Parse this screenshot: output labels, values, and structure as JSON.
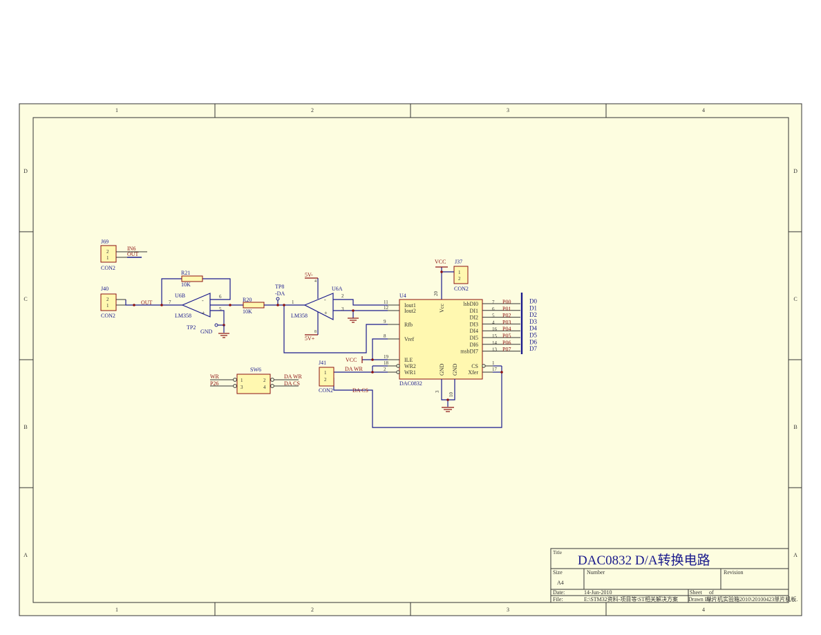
{
  "sheet": {
    "columns": [
      "1",
      "2",
      "3",
      "4"
    ],
    "rows": [
      "D",
      "C",
      "B",
      "A"
    ],
    "colors": {
      "paper": "#fdfde0",
      "wire": "#1a1a8c",
      "component": "#8b1010",
      "body": "#fff8b0"
    }
  },
  "components": {
    "j69": {
      "ref": "J69",
      "value": "CON2",
      "pins": [
        "2",
        "1"
      ],
      "nets": [
        "IN6",
        "OUT"
      ]
    },
    "j40": {
      "ref": "J40",
      "value": "CON2",
      "pins": [
        "2",
        "1"
      ],
      "net": "OUT"
    },
    "r21": {
      "ref": "R21",
      "value": "10K"
    },
    "r20": {
      "ref": "R20",
      "value": "10K"
    },
    "u6b": {
      "ref": "U6B",
      "value": "LM358",
      "pins": {
        "out": "7",
        "inv": "6",
        "noninv": "5"
      },
      "signs": {
        "inv": "-",
        "noninv": "+"
      }
    },
    "tp2": {
      "ref": "TP2",
      "net": "GND"
    },
    "tp8": {
      "ref": "TP8",
      "label": "-DA"
    },
    "u6a": {
      "ref": "U6A",
      "value": "LM358",
      "pins": {
        "out": "1",
        "inv": "2",
        "noninv": "3",
        "vneg": "4",
        "vpos": "8"
      },
      "signs": {
        "inv": "-",
        "noninv": "+"
      },
      "rails": {
        "neg": "5V-",
        "pos": "5V+"
      }
    },
    "j37": {
      "ref": "J37",
      "value": "CON2",
      "pins": [
        "1",
        "2"
      ],
      "net": "VCC"
    },
    "u4": {
      "ref": "U4",
      "value": "DAC0832",
      "left_pins": [
        {
          "num": "11",
          "name": "Iout1"
        },
        {
          "num": "12",
          "name": "Iout2"
        },
        {
          "num": "9",
          "name": "Rfb"
        },
        {
          "num": "8",
          "name": "Vref"
        },
        {
          "num": "19",
          "name": "ILE"
        },
        {
          "num": "18",
          "name": "WR2"
        },
        {
          "num": "2",
          "name": "WR1"
        }
      ],
      "right_pins": [
        {
          "num": "7",
          "name": "lsbDI0",
          "net": "P00",
          "bus": "D0"
        },
        {
          "num": "6",
          "name": "DI1",
          "net": "P01",
          "bus": "D1"
        },
        {
          "num": "5",
          "name": "DI2",
          "net": "P02",
          "bus": "D2"
        },
        {
          "num": "4",
          "name": "DI3",
          "net": "P03",
          "bus": "D3"
        },
        {
          "num": "16",
          "name": "DI4",
          "net": "P04",
          "bus": "D4"
        },
        {
          "num": "15",
          "name": "DI5",
          "net": "P05",
          "bus": "D5"
        },
        {
          "num": "14",
          "name": "DI6",
          "net": "P06",
          "bus": "D6"
        },
        {
          "num": "13",
          "name": "msbDI7",
          "net": "P07",
          "bus": "D7"
        }
      ],
      "ctrl_pins": [
        {
          "num": "1",
          "name": "CS"
        },
        {
          "num": "17",
          "name": "Xfer"
        }
      ],
      "power": {
        "vcc_pin": "20",
        "vcc_name": "Vcc",
        "gnd_pins": [
          "3",
          "10"
        ],
        "gnd_name": "GND"
      }
    },
    "sw6": {
      "ref": "SW6",
      "pins": [
        "1",
        "2",
        "3",
        "4"
      ],
      "in_nets": [
        "WR",
        "P26"
      ],
      "out_nets": [
        "DA WR",
        "DA CS"
      ]
    },
    "j41": {
      "ref": "J41",
      "value": "CON2",
      "pins": [
        "1",
        "2"
      ],
      "nets": [
        "DA WR",
        "DA CS"
      ]
    },
    "vcc_ile": "VCC"
  },
  "title_block": {
    "title_label": "Title",
    "title": "DAC0832 D/A转换电路",
    "size_label": "Size",
    "size": "A4",
    "number_label": "Number",
    "revision_label": "Revision",
    "date_label": "Date:",
    "date": "14-Jun-2010",
    "sheet_label": "Sheet",
    "of_label": "of",
    "file_label": "File:",
    "file": "E:\\STM32资料-项目等\\ST相关解决方案",
    "file_tail": "单片机实验箱2010\\20100423单片机板.",
    "drawn_label": "Drawn By:"
  }
}
